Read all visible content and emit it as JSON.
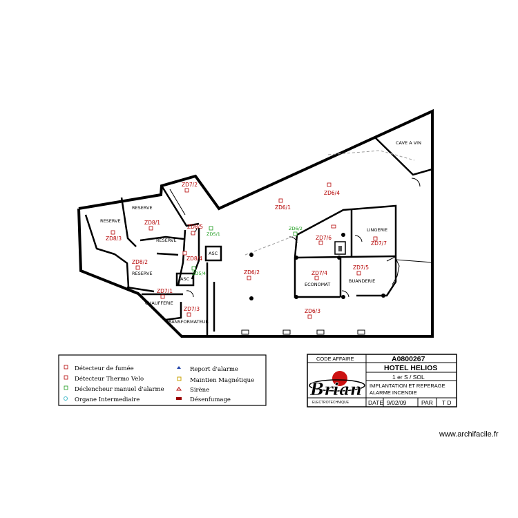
{
  "rooms": {
    "cave_a_vin": "CAVE A VIN",
    "reserve_1": "RESERVE",
    "reserve_2": "RESERVE",
    "reserve_3": "RESERVE",
    "reserve_4": "RESERVE",
    "asc_1": "ASC",
    "asc_2": "ASC",
    "lingerie": "LINGERIE",
    "economat": "ECONOMAT",
    "buanderie": "BUANDERIE",
    "chaufferie": "CHAUFFERIE",
    "transformateur": "TRANSFORMATEUR"
  },
  "zones": {
    "zd7_2": "ZD7/2",
    "zd6_4": "ZD6/4",
    "zd6_1": "ZD6/1",
    "zd8_1": "ZD8/1",
    "zd8_3": "ZD8/3",
    "zd8_5": "ZD8/5",
    "zd5_1": "ZD5/1",
    "zd6_2_green": "ZD6/2",
    "zd7_6": "ZD7/6",
    "zd7_7": "ZD7/7",
    "zd8_4": "ZD8/4",
    "zd8_2": "ZD8/2",
    "zd5_4": "ZD5/4",
    "zd6_2": "ZD6/2",
    "zd7_4": "ZD7/4",
    "zd7_5": "ZD7/5",
    "zd7_1": "ZD7/1",
    "zd7_3": "ZD7/3",
    "zd6_3": "ZD6/3"
  },
  "legend": {
    "detecteur_fumee": "Détecteur de fumée",
    "detecteur_thermo": "Détecteur Thermo Velo",
    "declencheur": "Déclencheur manuel d'alarme",
    "organe": "Organe Intermediaire",
    "report": "Report d'alarme",
    "maintien": "Maintien Magnétique",
    "sirene": "Sirène",
    "desenfumage": "Désenfumage"
  },
  "title_block": {
    "code_affaire_label": "CODE AFFAIRE",
    "code_affaire": "A0800267",
    "project": "HOTEL HELIOS",
    "level": "1 er S / SOL",
    "description_line1": "IMPLANTATION ET REPERAGE",
    "description_line2": "ALARME INCENDIE",
    "date_label": "DATE",
    "date": "9/02/09",
    "par_label": "PAR",
    "par": "T D",
    "logo_text": "Brian",
    "logo_subtext": "ELECTROTECHNIQUE"
  },
  "watermark": "www.archifacile.fr",
  "colors": {
    "detector_red": "#b40000",
    "manual_green": "#1a9a1a",
    "organ_cyan": "#3fb8c8",
    "report_blue": "#2244aa",
    "maintien_yellow": "#c8a000",
    "sirene_red": "#b40000",
    "desenfumage_red": "#990000",
    "logo_red": "#cc1111"
  }
}
